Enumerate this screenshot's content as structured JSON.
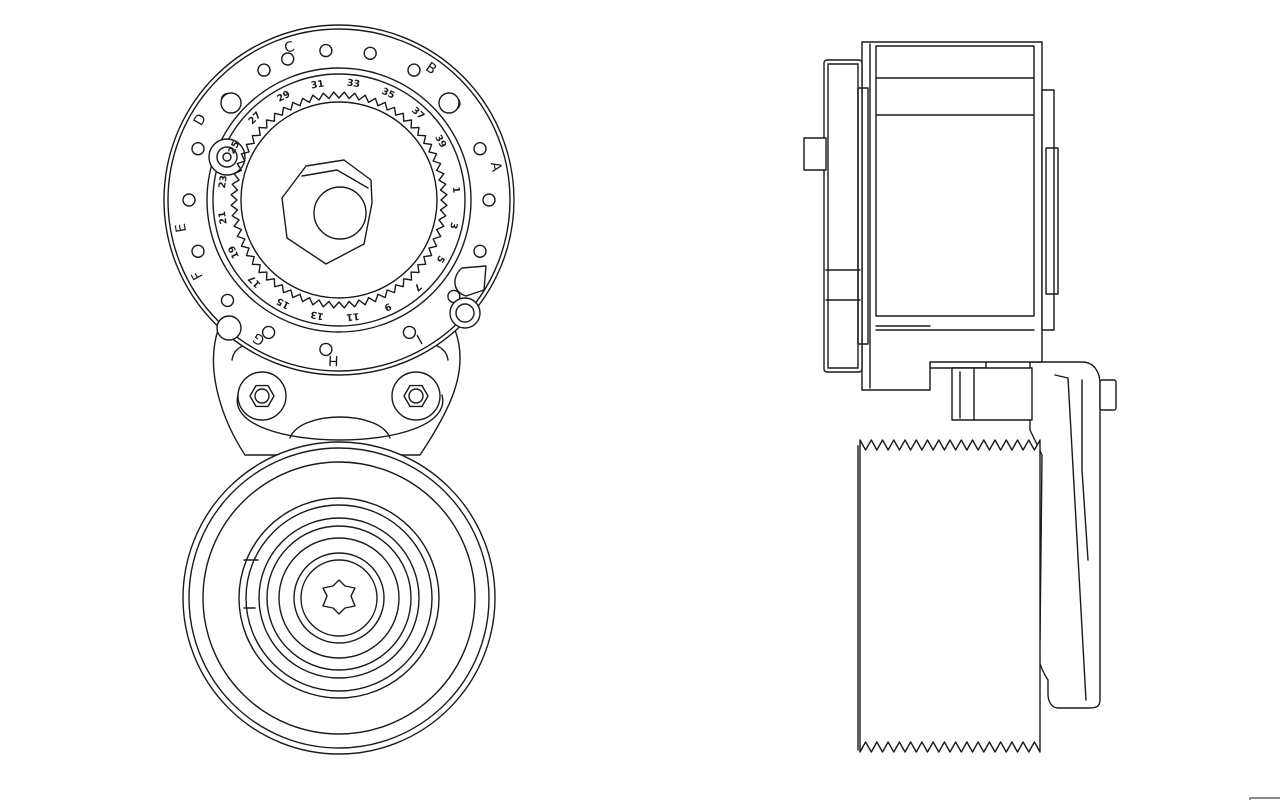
{
  "front_view": {
    "letter_labels": [
      "A",
      "B",
      "C",
      "D",
      "E",
      "F",
      "G",
      "H",
      "I"
    ],
    "scale_numbers": [
      "1",
      "3",
      "5",
      "7",
      "9",
      "11",
      "13",
      "15",
      "17",
      "19",
      "21",
      "23",
      "25",
      "27",
      "29",
      "31",
      "33",
      "35",
      "37",
      "39"
    ]
  },
  "colors": {
    "line": "#1a1a1a",
    "background": "#ffffff"
  }
}
